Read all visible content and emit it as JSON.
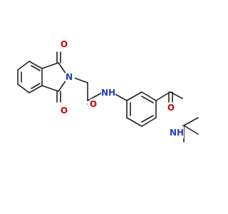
{
  "molecule": {
    "colors": {
      "bond": "#222222",
      "nitrogen": "#1f3fbf",
      "oxygen": "#d10000",
      "background": "#ffffff"
    },
    "atoms": {
      "o_top": "O",
      "n_imide": "N",
      "o_bottom": "O",
      "nh_amide": "NH",
      "o_amide": "O",
      "o_benzamide": "O",
      "nh_tbutyl": "NH"
    }
  }
}
